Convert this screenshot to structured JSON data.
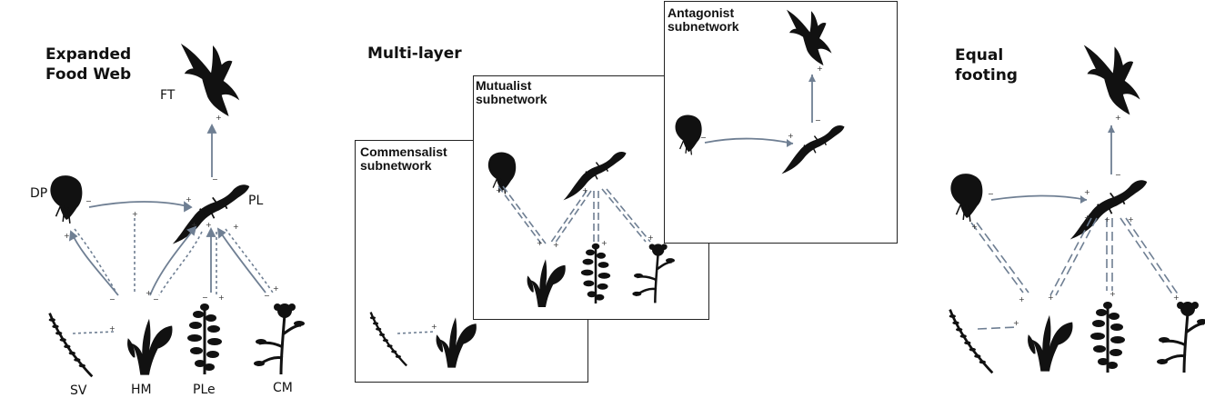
{
  "panels": {
    "expanded": {
      "title": "Expanded\nFood Web"
    },
    "multilayer": {
      "title": "Multi-layer",
      "subnetworks": {
        "commensalist": "Commensalist\nsubnetwork",
        "mutualist": "Mutualist\nsubnetwork",
        "antagonist": "Antagonist\nsubnetwork"
      }
    },
    "equal": {
      "title": "Equal\nfooting"
    }
  },
  "nodes": {
    "ft": "FT",
    "dp": "DP",
    "pl": "PL",
    "sv": "SV",
    "hm": "HM",
    "ple": "PLe",
    "cm": "CM"
  },
  "icons": {
    "bird": "falcon-silhouette-icon",
    "fly": "fly-silhouette-icon",
    "lizard": "lizard-silhouette-icon",
    "plant_sv": "spike-plant-icon",
    "plant_hm": "leafy-plant-icon",
    "plant_ple": "small-leaved-plant-icon",
    "plant_cm": "umbel-plant-icon"
  },
  "colors": {
    "arrow": "#6f7f93",
    "silhouette": "#111111",
    "box_border": "#222222"
  }
}
